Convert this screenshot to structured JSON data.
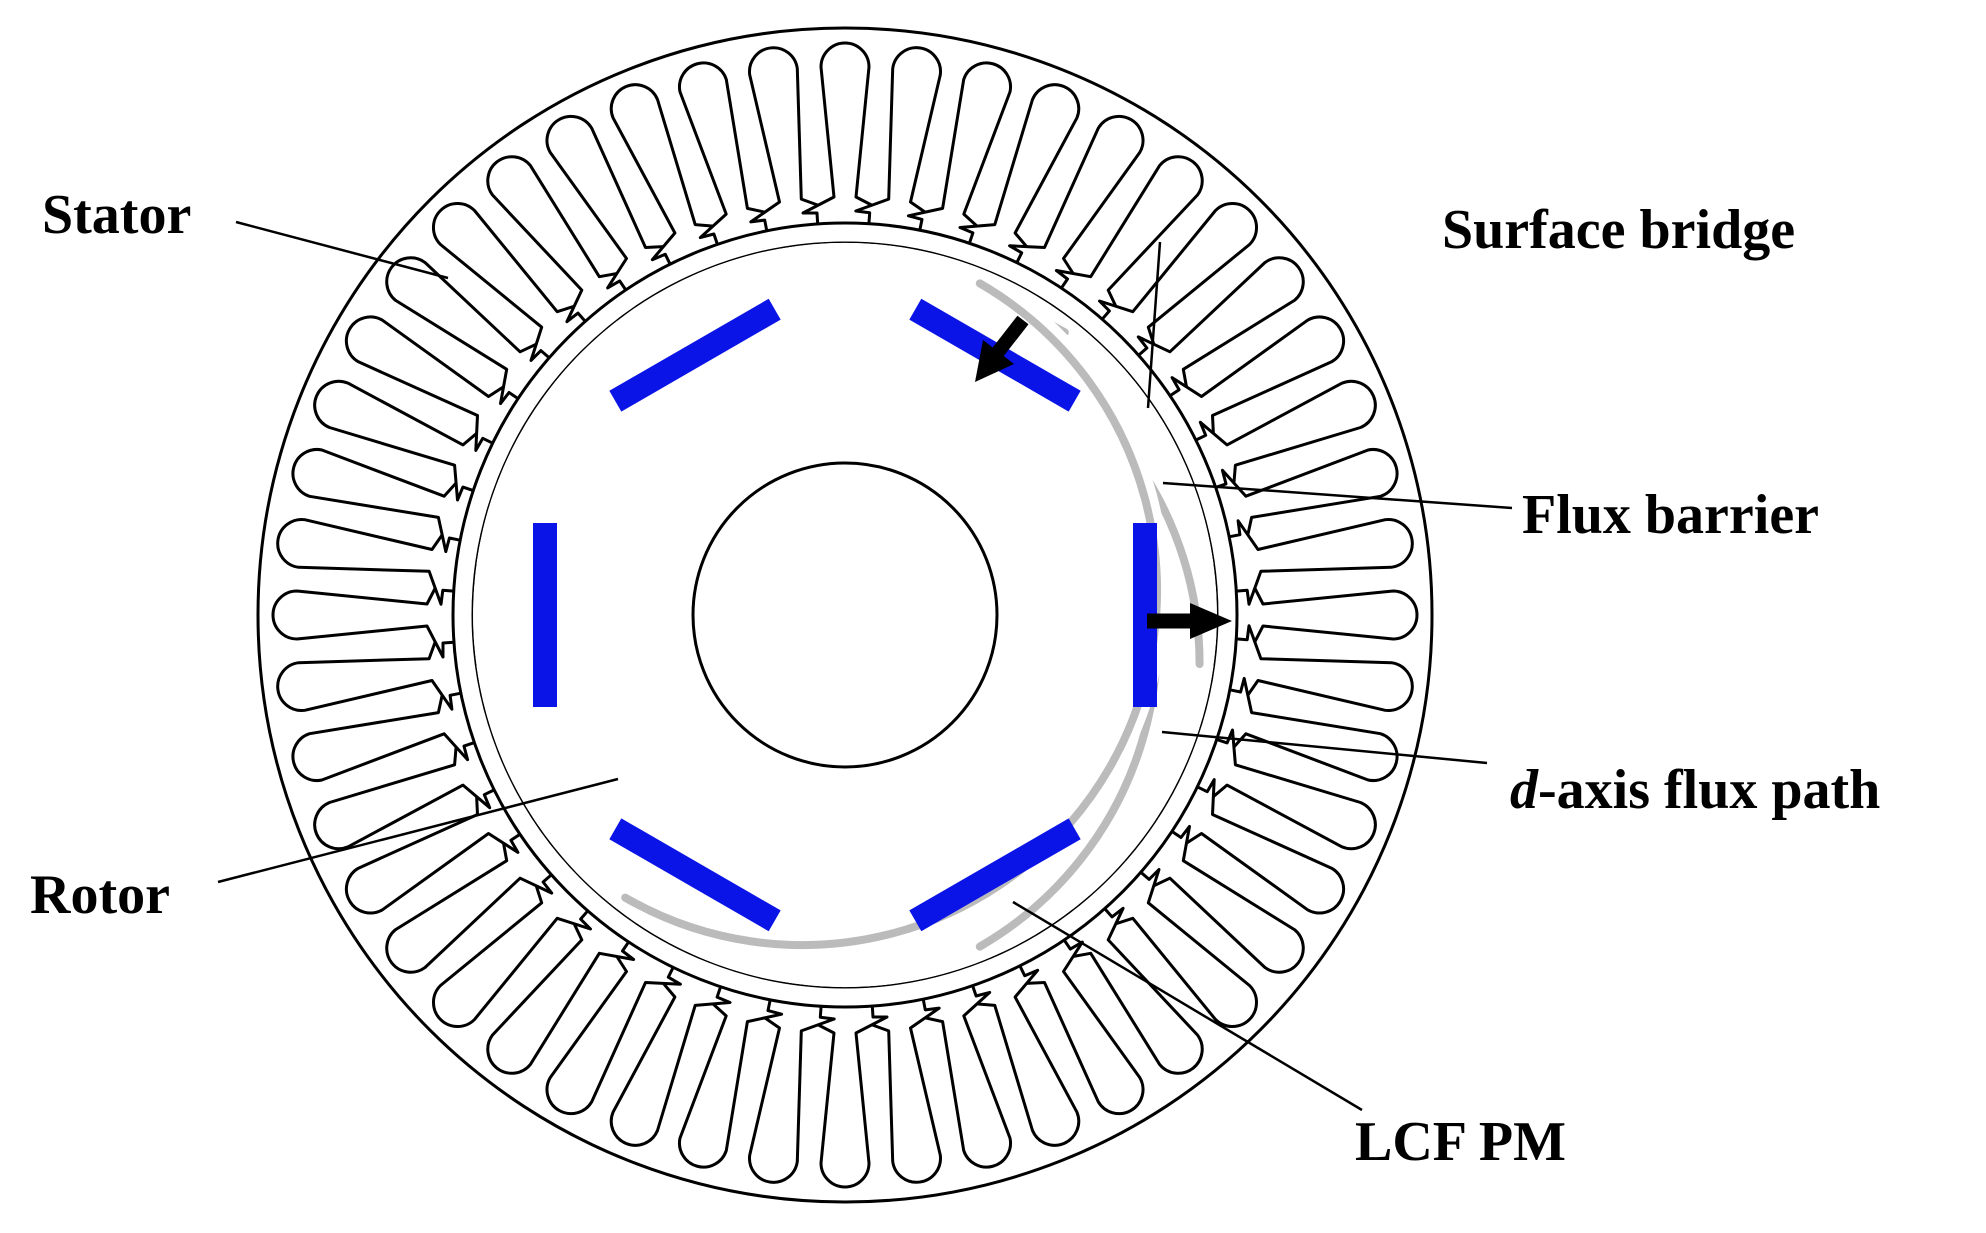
{
  "labels": {
    "stator": "Stator",
    "surface_bridge": "Surface bridge",
    "flux_barrier": "Flux barrier",
    "d_axis_italic": "d",
    "d_axis_rest": "-axis flux path",
    "rotor": "Rotor",
    "lcf_pm": "LCF PM"
  },
  "structure": {
    "stator_slots": 48,
    "rotor_poles": 6,
    "magnets": 6
  },
  "colors": {
    "line": "#000000",
    "rotor_fill": "#cccccc",
    "barrier_outline": "#bbbbbb",
    "magnet": "#0a14e6",
    "arrow": "#000000",
    "background": "#ffffff"
  }
}
